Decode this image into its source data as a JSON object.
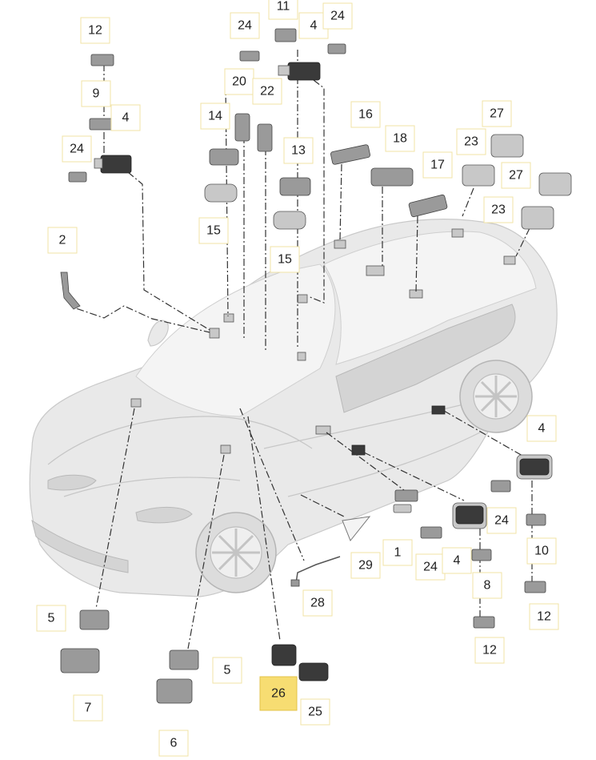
{
  "diagram": {
    "callouts": [
      {
        "id": "c12a",
        "label": "12"
      },
      {
        "id": "c11",
        "label": "11"
      },
      {
        "id": "c4a",
        "label": "4"
      },
      {
        "id": "c24a",
        "label": "24"
      },
      {
        "id": "c24b",
        "label": "24"
      },
      {
        "id": "c9",
        "label": "9"
      },
      {
        "id": "c20",
        "label": "20"
      },
      {
        "id": "c22",
        "label": "22"
      },
      {
        "id": "c4b",
        "label": "4"
      },
      {
        "id": "c24c",
        "label": "24"
      },
      {
        "id": "c14",
        "label": "14"
      },
      {
        "id": "c16",
        "label": "16"
      },
      {
        "id": "c27a",
        "label": "27"
      },
      {
        "id": "c18",
        "label": "18"
      },
      {
        "id": "c13",
        "label": "13"
      },
      {
        "id": "c23a",
        "label": "23"
      },
      {
        "id": "c17",
        "label": "17"
      },
      {
        "id": "c27b",
        "label": "27"
      },
      {
        "id": "c15a",
        "label": "15"
      },
      {
        "id": "c23b",
        "label": "23"
      },
      {
        "id": "c2",
        "label": "2"
      },
      {
        "id": "c15b",
        "label": "15"
      },
      {
        "id": "c4c",
        "label": "4"
      },
      {
        "id": "c24d",
        "label": "24"
      },
      {
        "id": "c10",
        "label": "10"
      },
      {
        "id": "c1",
        "label": "1"
      },
      {
        "id": "c29",
        "label": "29"
      },
      {
        "id": "c24e",
        "label": "24"
      },
      {
        "id": "c4d",
        "label": "4"
      },
      {
        "id": "c8",
        "label": "8"
      },
      {
        "id": "c28",
        "label": "28"
      },
      {
        "id": "c5a",
        "label": "5"
      },
      {
        "id": "c12b",
        "label": "12"
      },
      {
        "id": "c12c",
        "label": "12"
      },
      {
        "id": "c7",
        "label": "7"
      },
      {
        "id": "c5b",
        "label": "5"
      },
      {
        "id": "c26",
        "label": "26",
        "highlight": true
      },
      {
        "id": "c25",
        "label": "25"
      },
      {
        "id": "c6",
        "label": "6"
      }
    ]
  }
}
